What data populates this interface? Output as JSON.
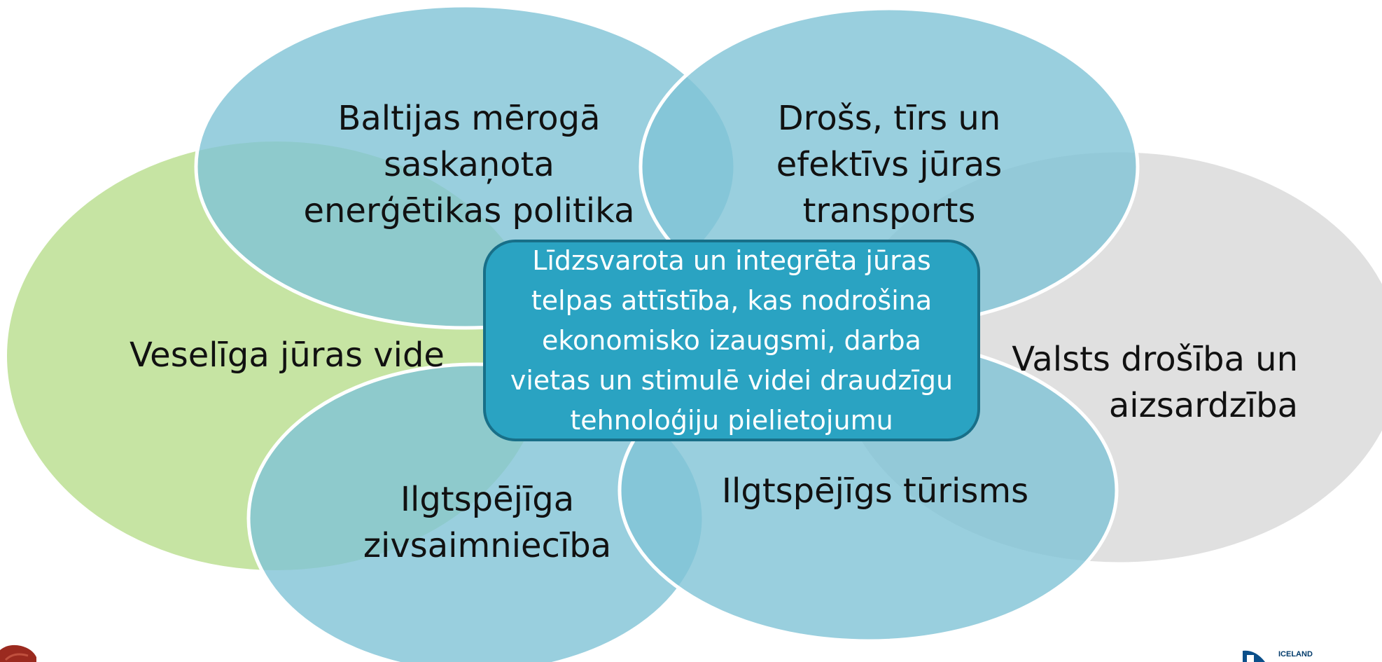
{
  "diagram": {
    "center": "Līdzsvarota  un integrēta jūras telpas attīstība, kas nodrošina ekonomisko izaugsmi, darba vietas un stimulē videi draudzīgu tehnoloģiju pielietojumu",
    "circles": [
      {
        "id": "energy",
        "lines": [
          "Baltijas mērogā",
          "saskaņota",
          "enerģētikas politika"
        ]
      },
      {
        "id": "transport",
        "lines": [
          "Drošs, tīrs un",
          "efektīvs jūras",
          "transports"
        ]
      },
      {
        "id": "environment",
        "lines": [
          "Veselīga jūras vide"
        ]
      },
      {
        "id": "security",
        "lines": [
          "Valsts drošība un",
          "aizsardzība"
        ]
      },
      {
        "id": "fishery",
        "lines": [
          "Ilgtspējīga",
          "zivsaimniecība"
        ]
      },
      {
        "id": "tourism",
        "lines": [
          "Ilgtspējīgs tūrisms"
        ]
      }
    ]
  },
  "colors": {
    "blue": "#95cfdf",
    "green": "#c6e4a3",
    "grey": "#dedede",
    "center": "#2aa3c2"
  },
  "footer": {
    "right_logo_text": "ICELAND"
  }
}
